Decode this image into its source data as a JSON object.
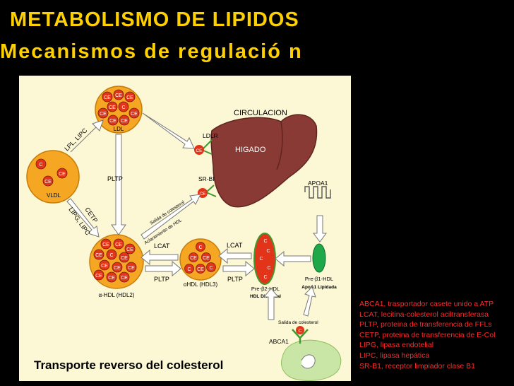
{
  "header": {
    "title": "METABOLISMO DE LIPIDOS",
    "subtitle": "Mecanismos de regulació n"
  },
  "diagram": {
    "circulation_label": "CIRCULACION",
    "liver_label": "HIGADO",
    "ldl_label": "LDL",
    "vldl_label": "VLDL",
    "hdl2_label": "α-HDL (HDL2)",
    "hdl3_label": "αHDL (HDL3)",
    "pre_b2_label": "Pre-β2-HDL",
    "hdl_discoidal_label": "HDL Discoidal",
    "pre_b1_label": "Pre-β1-HDL",
    "apoa1_lipidada_label": "ApoA1 Lipidada",
    "apoa1_label": "APOA1",
    "abca1_label": "ABCA1",
    "ldlr_label": "LDLR",
    "srbi_label": "SR-BI",
    "lpl_lipc_label": "LPL, LIPC",
    "pltp_label": "PLTP",
    "cetp_label": "CETP",
    "lipg_lipc_label": "LIPG, LIPC",
    "lcat_label": "LCAT",
    "salida_label": "Salida de colesterol",
    "aclaramiento_label": "Aclaramiento de HDL",
    "ce": "CE",
    "c": "C"
  },
  "legend": {
    "items": [
      "ABCA1, trasportador casete unido a ATP",
      "LCAT, lecitina-colesterol aciltransferasa",
      "PLTP, proteina de transferencia de FFLs",
      "CETP, proteina de transferencia de E-Col",
      "LIPG, lipasa endotelial",
      "LIPC, lipasa hepática",
      "SR-B1, receptor limpiador clase B1"
    ]
  },
  "footer": {
    "caption": "Transporte reverso del colesterol"
  },
  "colors": {
    "background": "#000000",
    "title": "#ffd000",
    "panel": "#fcf7d4",
    "particle_fill": "#f5a623",
    "ce_fill": "#e23419",
    "liver": "#8a3a34",
    "receptor": "#3f9a2d",
    "legend_text": "#ff2a2a"
  }
}
